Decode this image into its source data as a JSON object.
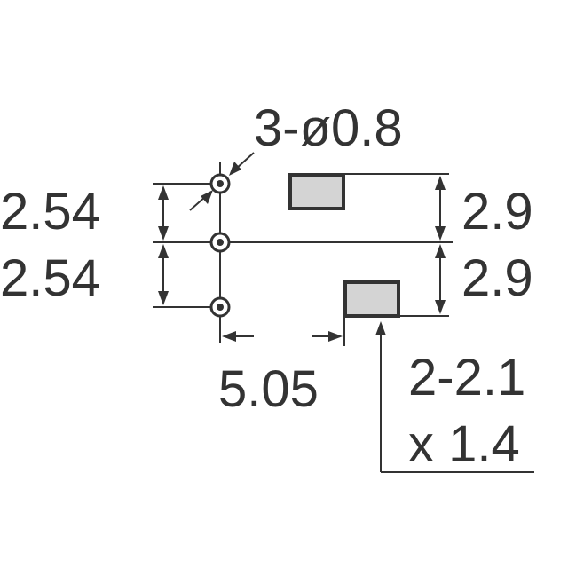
{
  "figure": {
    "hole_label": "3-ø0.8",
    "pitch_top_label": "2.54",
    "pitch_bottom_label": "2.54",
    "pad_offset_top_label": "2.9",
    "pad_offset_bottom_label": "2.9",
    "horizontal_label": "5.05",
    "pad_size_line1": "2-2.1",
    "pad_size_line2": "x 1.4"
  },
  "colors": {
    "ink": "#333333",
    "pad_fill": "#d4d4d4",
    "background": "#ffffff"
  }
}
